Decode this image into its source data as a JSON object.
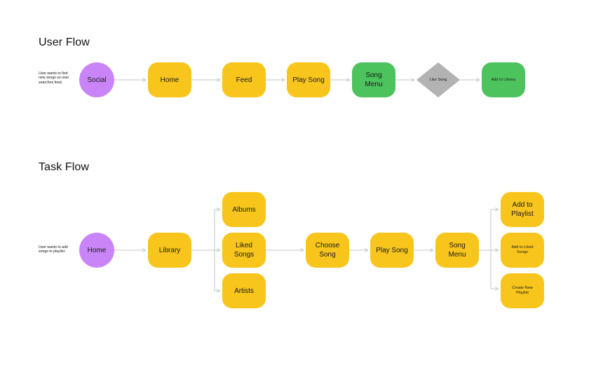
{
  "colors": {
    "yellow": "#f8c51c",
    "green": "#4cc35c",
    "purple": "#c985f7",
    "gray": "#b3b3b3",
    "connector": "#c4c4c4"
  },
  "user_flow": {
    "title": "User Flow",
    "description": "User wants to find\nnew songs so user\nsearches feed.",
    "nodes": {
      "social": "Social",
      "home": "Home",
      "feed": "Feed",
      "play_song": "Play Song",
      "song_menu": "Song\nMenu",
      "like_song": "Like Song",
      "add_to_library": "Add to Library"
    }
  },
  "task_flow": {
    "title": "Task Flow",
    "description": "User wants to add\nsongs to playlist.",
    "nodes": {
      "home": "Home",
      "library": "Library",
      "albums": "Albums",
      "liked_songs": "Liked\nSongs",
      "artists": "Artists",
      "choose_song": "Choose\nSong",
      "play_song": "Play Song",
      "song_menu": "Song\nMenu",
      "add_to_playlist": "Add to\nPlaylist",
      "add_to_liked_songs": "Add to Liked\nSongs",
      "create_new_playlist": "Create New\nPlaylist"
    }
  }
}
